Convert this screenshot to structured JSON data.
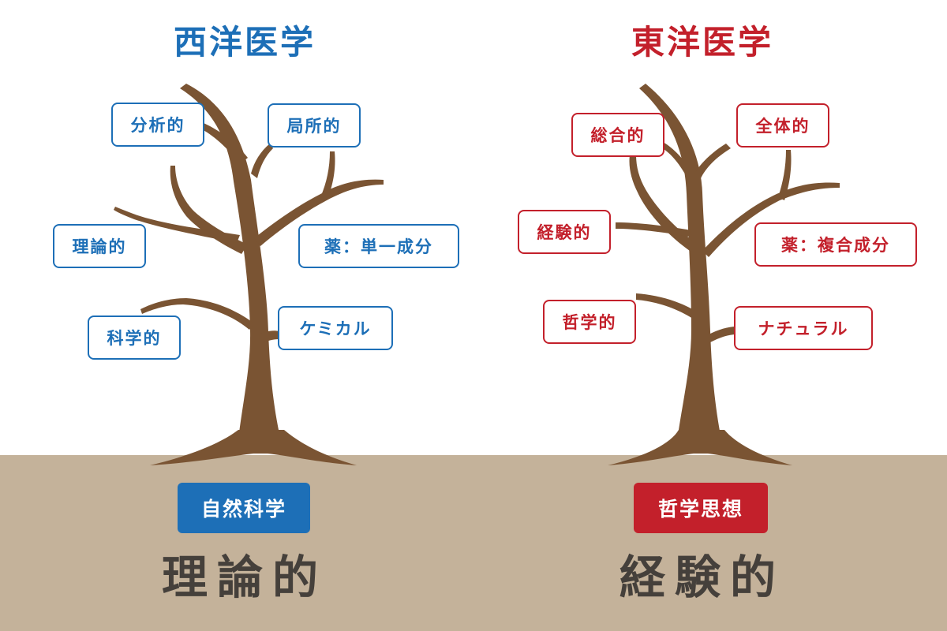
{
  "colors": {
    "west": "#1d6fb7",
    "east": "#c3202b",
    "trunk": "#7a5433",
    "ground": "#c4b29a",
    "dark_text": "#45403b"
  },
  "west": {
    "title": "西洋医学",
    "labels": {
      "analytical": "分析的",
      "local": "局所的",
      "theoretical": "理論的",
      "single_drug": "薬：単一成分",
      "scientific": "科学的",
      "chemical": "ケミカル"
    },
    "root_badge": "自然科学",
    "root_word": "理論的"
  },
  "east": {
    "title": "東洋医学",
    "labels": {
      "comprehensive": "総合的",
      "holistic": "全体的",
      "empirical": "経験的",
      "compound_drug": "薬：複合成分",
      "philosophical": "哲学的",
      "natural": "ナチュラル"
    },
    "root_badge": "哲学思想",
    "root_word": "経験的"
  }
}
